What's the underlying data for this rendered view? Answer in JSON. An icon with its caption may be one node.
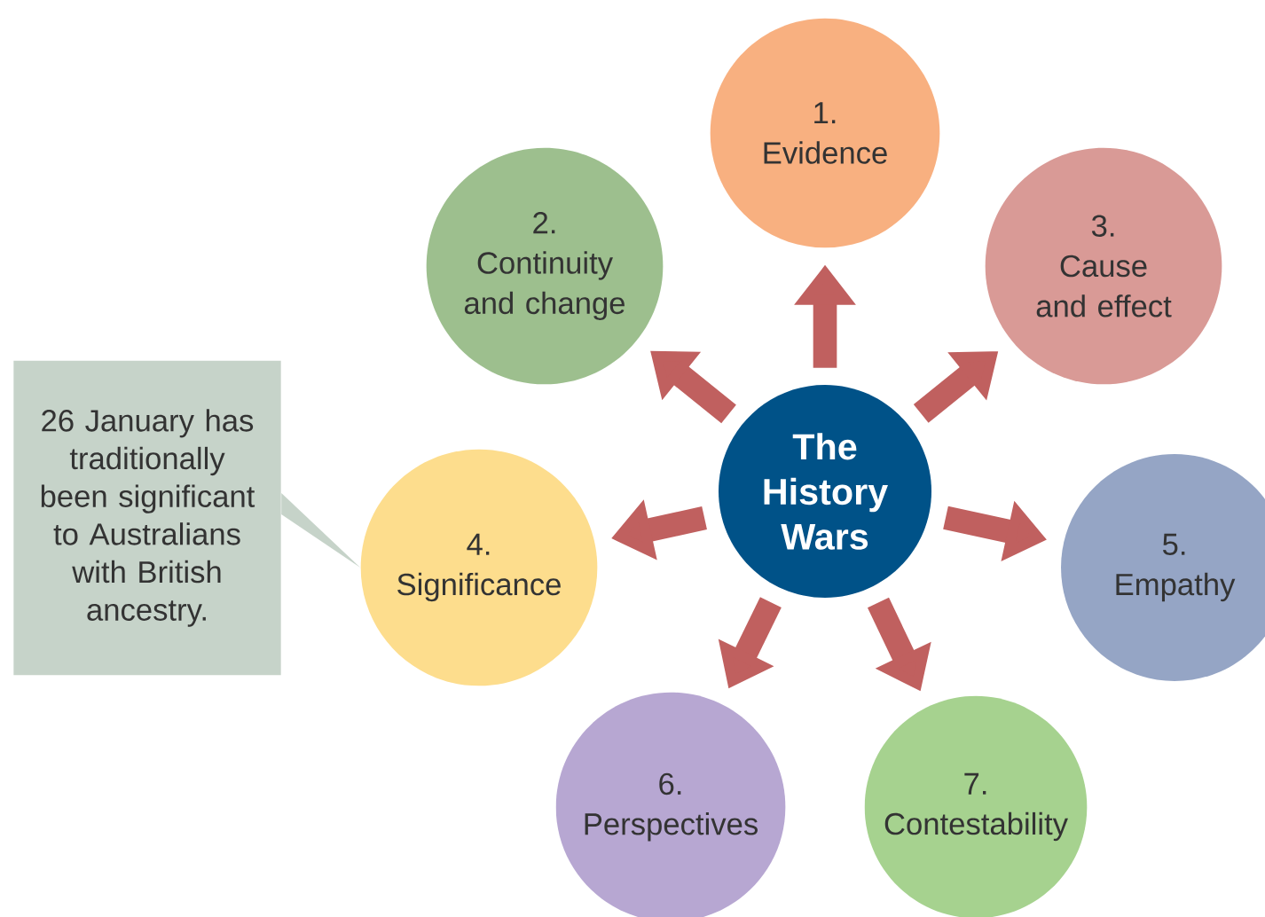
{
  "diagram": {
    "nodes": [
      {
        "text": [
          "1.",
          "Evidence"
        ]
      },
      {
        "text": [
          "2.",
          "Continuity and change"
        ]
      },
      {
        "text": [
          "3.",
          "Cause and effect"
        ]
      },
      {
        "text": [
          "26 January has traditionally been significant to Australians with British ancestry."
        ]
      },
      {
        "text": [
          "The History Wars"
        ]
      },
      {
        "text": [
          "4.",
          "Significance"
        ]
      },
      {
        "text": [
          "5.",
          "Empathy"
        ]
      },
      {
        "text": [
          "6.",
          "Perspectives"
        ]
      },
      {
        "text": [
          "7.",
          "Contestability"
        ]
      }
    ],
    "edges": [
      {
        "from": 4,
        "to": 0,
        "arrow": "to"
      },
      {
        "from": 4,
        "to": 1,
        "arrow": "to"
      },
      {
        "from": 4,
        "to": 2,
        "arrow": "to"
      },
      {
        "from": 4,
        "to": 5,
        "arrow": "to"
      },
      {
        "from": 4,
        "to": 6,
        "arrow": "to"
      },
      {
        "from": 4,
        "to": 7,
        "arrow": "to"
      },
      {
        "from": 4,
        "to": 8,
        "arrow": "to"
      },
      {
        "from": 3,
        "to": 5,
        "arrow": "none"
      }
    ]
  }
}
